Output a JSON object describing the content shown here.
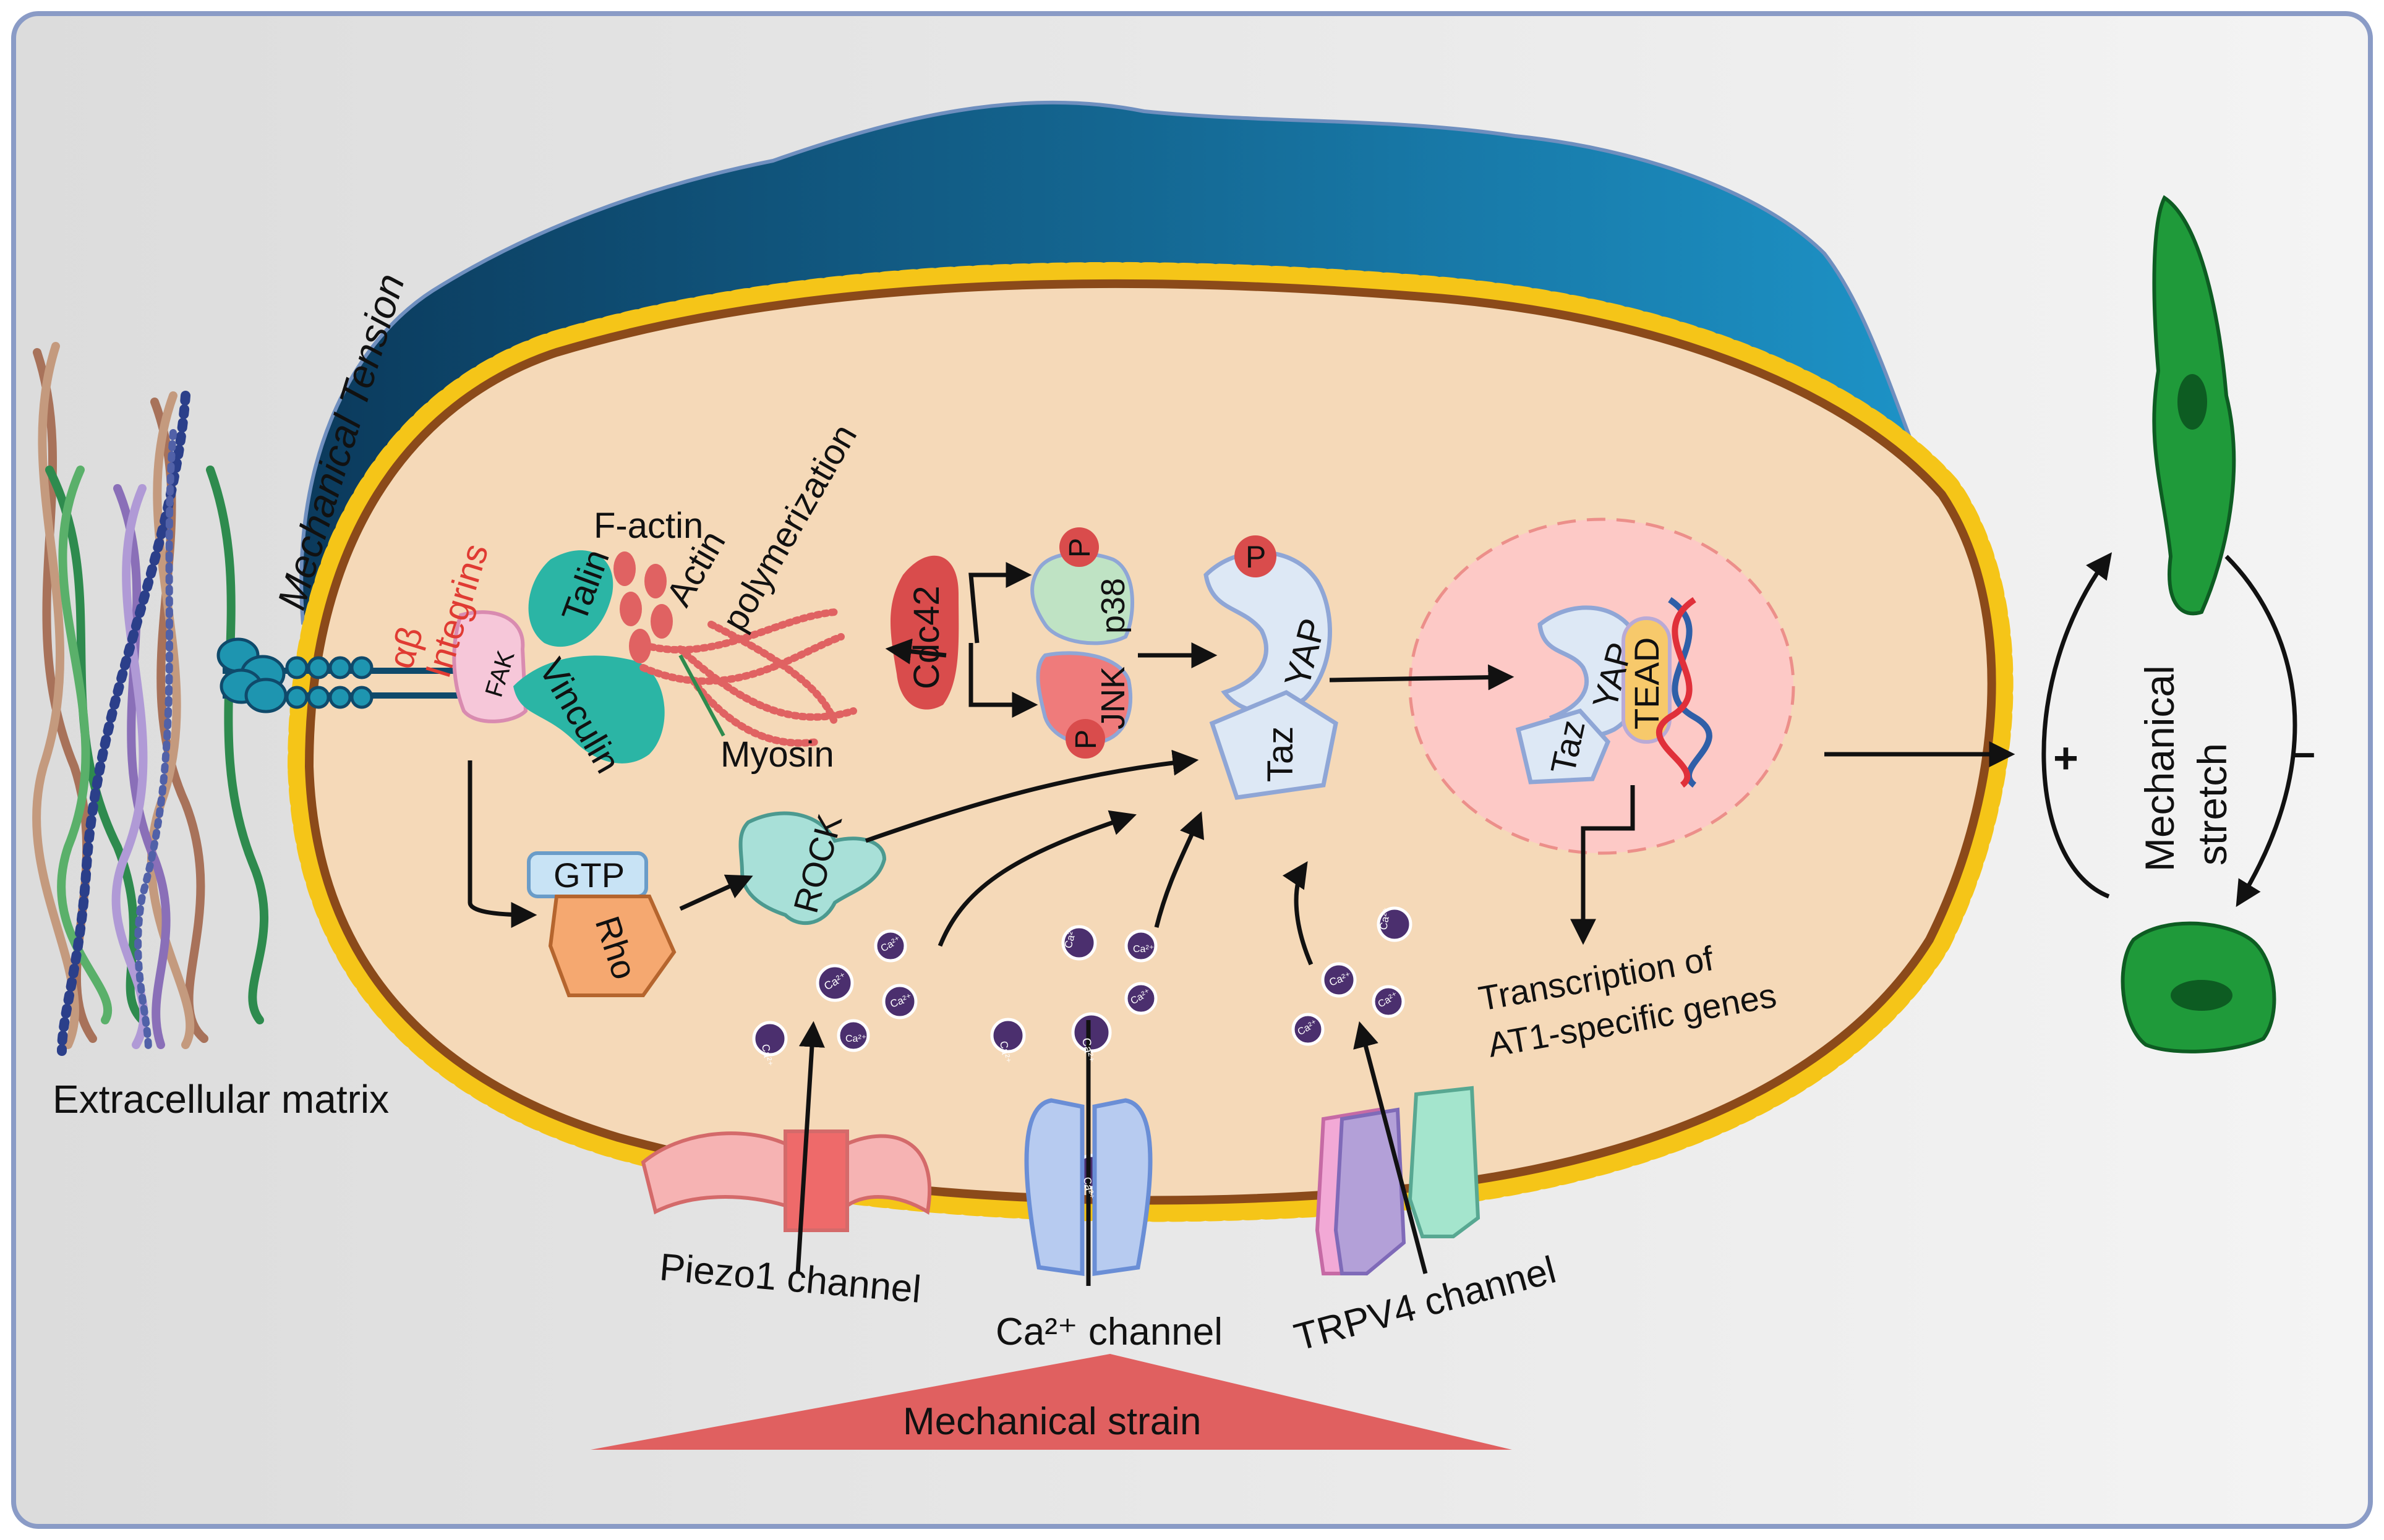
{
  "labels": {
    "mechanical_tension": "Mechanical Tension",
    "extracellular_matrix": "Extracellular matrix",
    "alpha_beta": "αβ",
    "integrins": "Integrins",
    "fak": "FAK",
    "talin": "Talin",
    "vinculin": "Vinculin",
    "f_actin": "F-actin",
    "actin": "Actin",
    "polymerization": "polymerization",
    "myosin": "Myosin",
    "cdc42": "Cdc42",
    "p38": "p38",
    "jnk": "JNK",
    "phospho": "P",
    "yap": "YAP",
    "taz": "Taz",
    "tead": "TEAD",
    "gtp": "GTP",
    "rho": "Rho",
    "rock": "ROCK",
    "ca2": "Ca²⁺",
    "transcription_line1": "Transcription of",
    "transcription_line2": "AT1-specific genes",
    "piezo1_channel": "Piezo1 channel",
    "ca_channel": "Ca²⁺ channel",
    "trpv4_channel": "TRPV4 channel",
    "mechanical_strain": "Mechanical strain",
    "mechanical": "Mechanical",
    "stretch": "stretch",
    "plus": "+",
    "minus": "–"
  },
  "colors": {
    "cytoplasm": "#f5d9b8",
    "membrane": "#8b4a1a",
    "lipid_heads": "#f5c518",
    "nucleus": "#fdc9c6",
    "cap_dark": "#0b3a5c",
    "cap_light": "#1d93c7",
    "talin_vinculin": "#2bb5a5",
    "cdc42": "#d94c4c",
    "yap_taz": "#dde8f5",
    "rock": "#a8e0d8",
    "rho": "#f5a870",
    "gtp": "#c8e3f5",
    "tead": "#f7c96b",
    "strain": "#e06060",
    "cell_green": "#1f9a3a"
  }
}
